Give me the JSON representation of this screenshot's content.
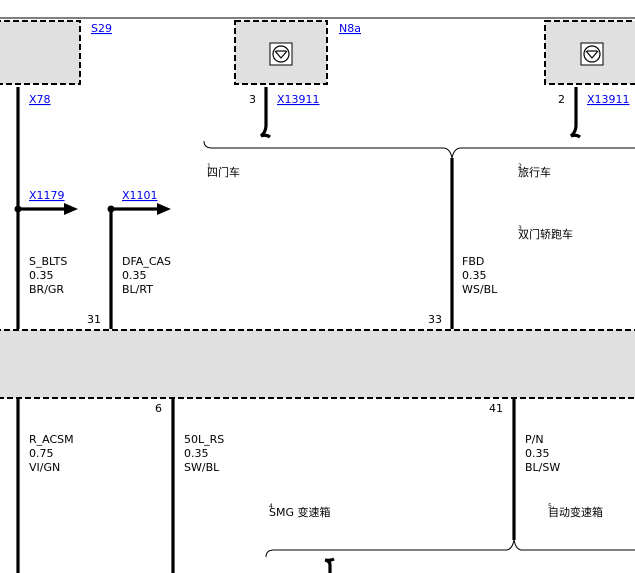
{
  "components": {
    "s29": {
      "id": "S29",
      "connector": "X78"
    },
    "n8a_left": {
      "id": "N8a",
      "pin": "3",
      "connector": "X13911"
    },
    "n8a_right": {
      "pin": "2",
      "connector": "X13911"
    }
  },
  "variants_top": {
    "four_door": "四门车",
    "touring": "旅行车",
    "two_door": "双门轿跑车"
  },
  "variants_bottom": {
    "smg": "SMG 变速箱",
    "automatic": "自动变速箱"
  },
  "wires_top": [
    {
      "signal": "S_BLTS",
      "size": "0.35",
      "color": "BR/GR",
      "target": "X1179",
      "pin": ""
    },
    {
      "signal": "DFA_CAS",
      "size": "0.35",
      "color": "BL/RT",
      "target": "X1101",
      "pin": "31"
    },
    {
      "signal": "FBD",
      "size": "0.35",
      "color": "WS/BL",
      "target": "",
      "pin": "33"
    }
  ],
  "wires_bottom": [
    {
      "signal": "R_ACSM",
      "size": "0.75",
      "color": "VI/GN",
      "pin": ""
    },
    {
      "signal": "50L_RS",
      "size": "0.35",
      "color": "SW/BL",
      "pin": "6"
    },
    {
      "signal": "P/N",
      "size": "0.35",
      "color": "BL/SW",
      "pin": "41"
    }
  ],
  "icons": [
    "speaker-icon",
    "speaker-icon",
    "arrow-right-icon",
    "arrow-right-icon"
  ]
}
